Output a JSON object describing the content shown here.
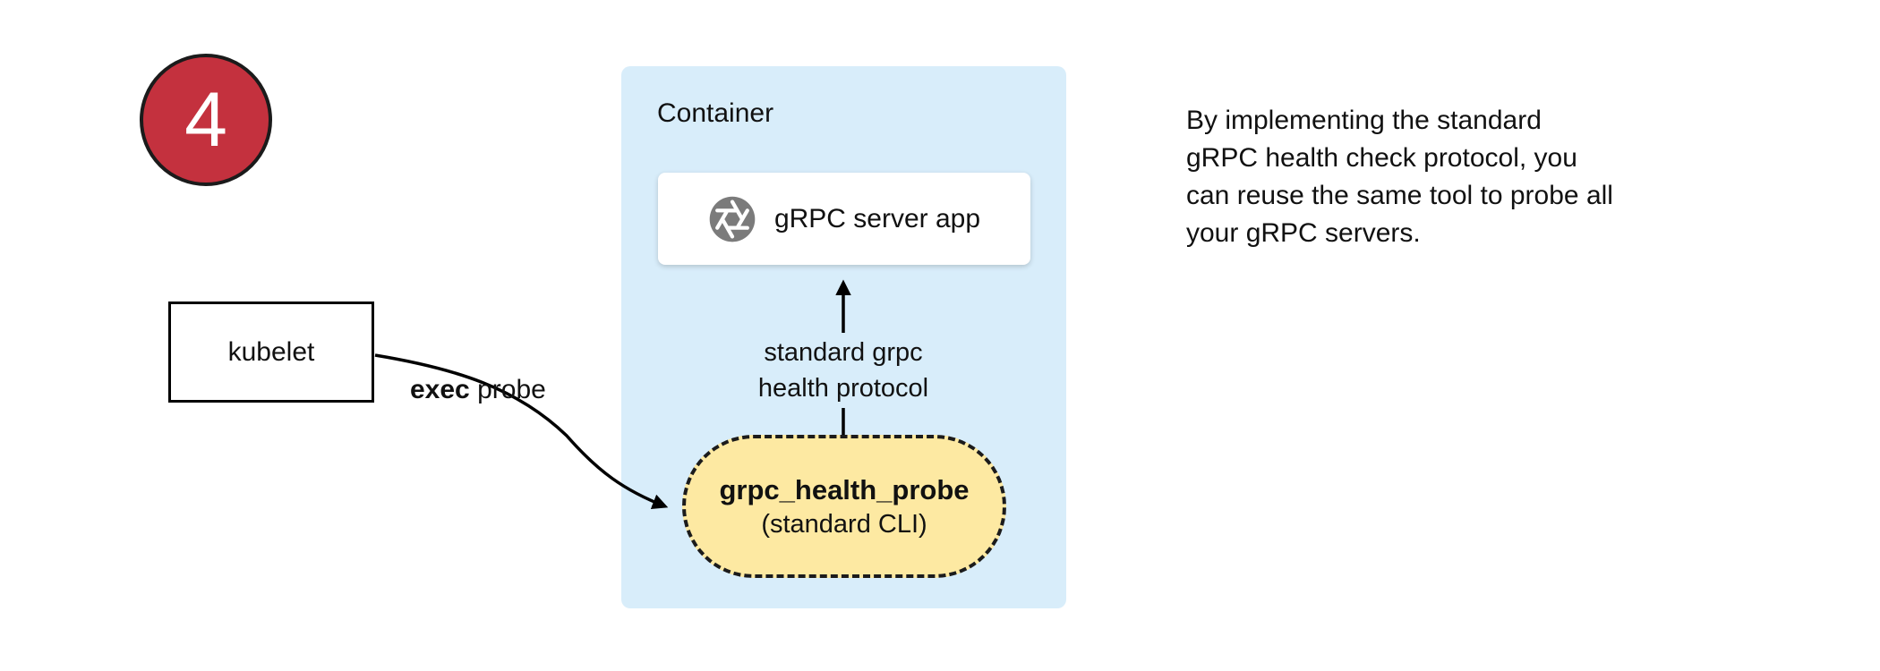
{
  "step_badge": {
    "number": "4",
    "color": "#c4313e"
  },
  "kubelet": {
    "label": "kubelet"
  },
  "container": {
    "label": "Container",
    "bg_color": "#d8edfa",
    "server_box": {
      "label": "gRPC server app",
      "icon": "aperture-icon",
      "icon_color": "#7b7b7b"
    },
    "probe_pill": {
      "title": "grpc_health_probe",
      "subtitle": "(standard CLI)",
      "bg_color": "#fde9a2"
    }
  },
  "arrows": {
    "protocol_label_lines": [
      "standard grpc",
      "health protocol"
    ],
    "exec_label_bold": "exec",
    "exec_label_rest": " probe"
  },
  "note": {
    "lines": [
      "By implementing the standard",
      "gRPC health check protocol, you",
      "can reuse the same tool to probe all",
      "your gRPC servers."
    ]
  }
}
